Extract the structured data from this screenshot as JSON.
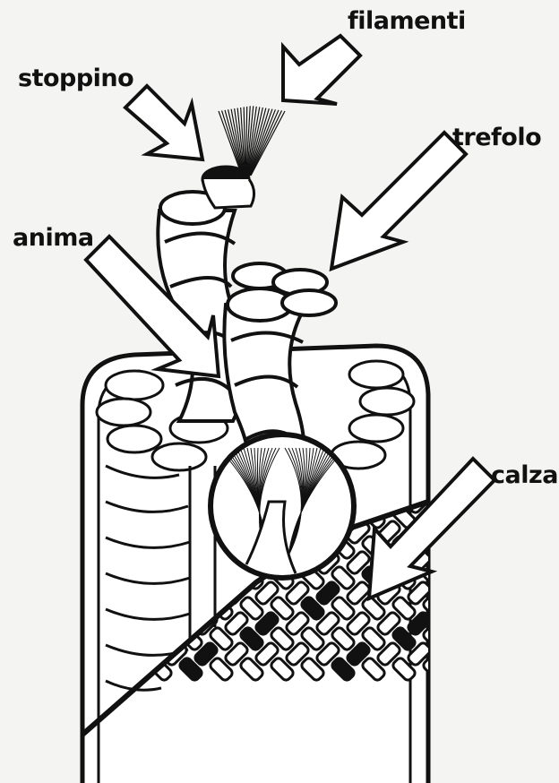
{
  "labels": {
    "stoppino": "stoppino",
    "filamenti": "filamenti",
    "trefolo": "trefolo",
    "anima": "anima",
    "calza": "calza"
  },
  "colors": {
    "background": "#f4f4f2",
    "ink": "#111111",
    "fill": "#ffffff"
  }
}
